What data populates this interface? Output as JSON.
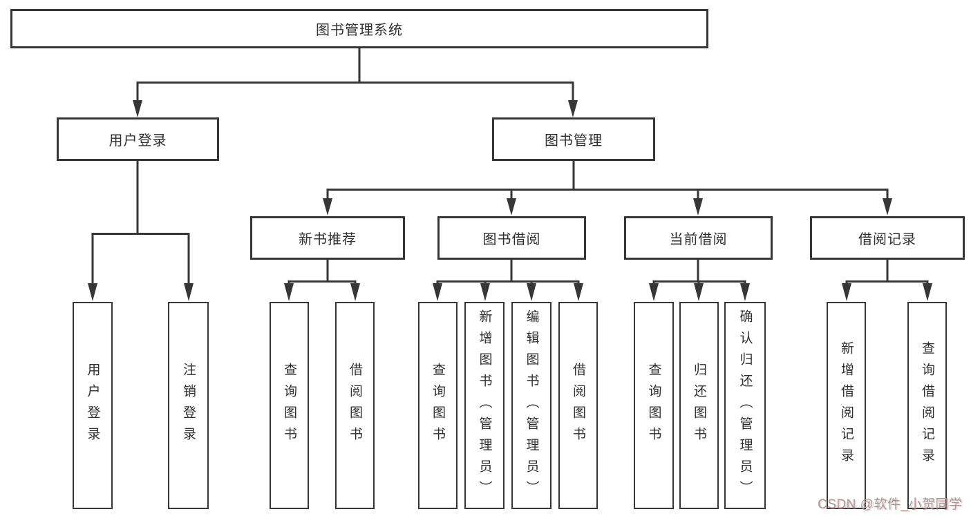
{
  "diagram_title": "图书管理系统",
  "labels": {
    "root": "图书管理系统",
    "user_login": "用户登录",
    "book_mgmt": "图书管理",
    "new_book_rec": "新书推荐",
    "book_borrow": "图书借阅",
    "current_borrow": "当前借阅",
    "borrow_record": "借阅记录",
    "ul_login": "用户登录",
    "ul_logout": "注销登录",
    "nb_query": "查询图书",
    "nb_borrow": "借阅图书",
    "bb_query": "查询图书",
    "bb_add": "新增图书（管理员）",
    "bb_edit": "编辑图书（管理员）",
    "bb_borrow": "借阅图书",
    "cb_query": "查询图书",
    "cb_return": "归还图书",
    "cb_confirm": "确认归还（管理员）",
    "br_add": "新增借阅记录",
    "br_query": "查询借阅记录"
  },
  "hierarchy": {
    "图书管理系统": [
      "用户登录",
      "图书管理"
    ],
    "用户登录": [
      "用户登录",
      "注销登录"
    ],
    "图书管理": [
      "新书推荐",
      "图书借阅",
      "当前借阅",
      "借阅记录"
    ],
    "新书推荐": [
      "查询图书",
      "借阅图书"
    ],
    "图书借阅": [
      "查询图书",
      "新增图书（管理员）",
      "编辑图书（管理员）",
      "借阅图书"
    ],
    "当前借阅": [
      "查询图书",
      "归还图书",
      "确认归还（管理员）"
    ],
    "借阅记录": [
      "新增借阅记录",
      "查询借阅记录"
    ]
  },
  "watermark": "CSDN @软件_小贺同学",
  "colors": {
    "line": "#363636",
    "box_border": "#363636",
    "box_bg": "#ffffff",
    "text": "#2f2f2f",
    "watermark": "#9b9b9b"
  }
}
